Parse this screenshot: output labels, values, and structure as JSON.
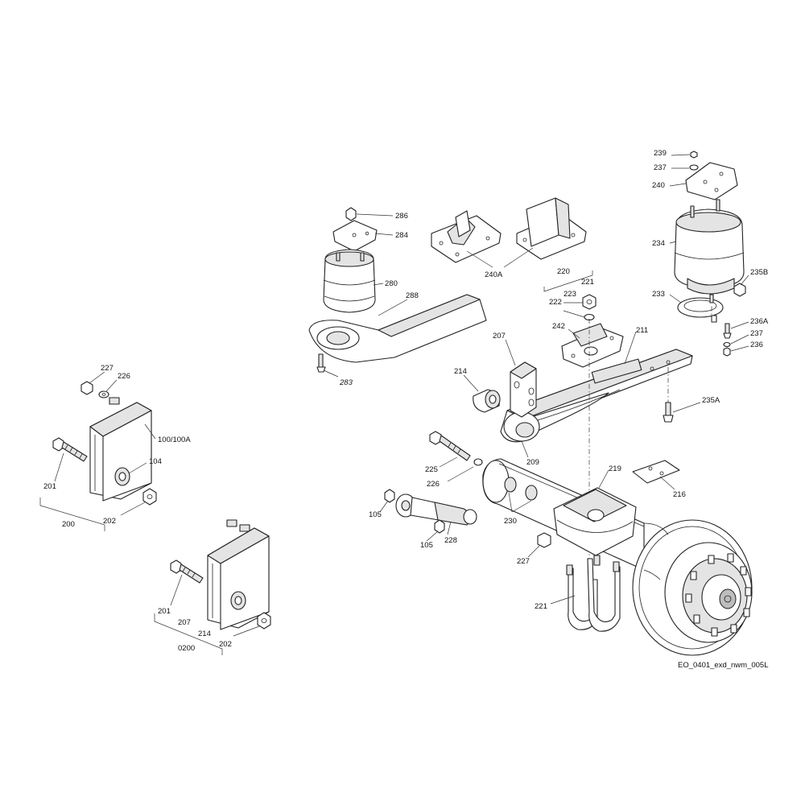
{
  "drawing_id": "EO_0401_exd_nwm_005L",
  "callouts": {
    "c239": "239",
    "c237a": "237",
    "c240": "240",
    "c234": "234",
    "c235B": "235B",
    "c233": "233",
    "c236A": "236A",
    "c237b": "237",
    "c236": "236",
    "c235A": "235A",
    "c286": "286",
    "c284": "284",
    "c280": "280",
    "c288": "288",
    "c283": "283",
    "c240A": "240A",
    "c220": "220",
    "c221a": "221",
    "c223": "223",
    "c222": "222",
    "c242": "242",
    "c211": "211",
    "c207a": "207",
    "c214a": "214",
    "c209": "209",
    "c225": "225",
    "c226a": "226",
    "c219": "219",
    "c216": "216",
    "c105a": "105",
    "c105b": "105",
    "c228": "228",
    "c230": "230",
    "c227a": "227",
    "c221b": "221",
    "c227b": "227",
    "c226b": "226",
    "c100": "100/100A",
    "c104": "104",
    "c201a": "201",
    "c202a": "202",
    "c200": "200",
    "c201b": "201",
    "c207b": "207",
    "c214b": "214",
    "c202b": "202",
    "c0200": "0200"
  },
  "colors": {
    "line": "#222222",
    "shade": "#e4e4e4",
    "background": "#ffffff"
  }
}
